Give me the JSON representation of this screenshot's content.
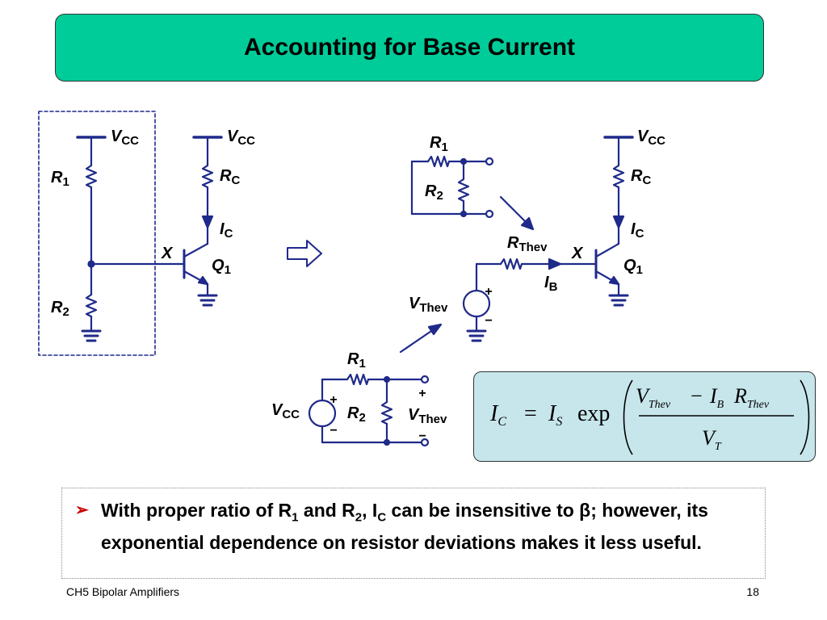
{
  "title": "Accounting for Base Current",
  "circuit_labels": {
    "vcc_main": "V",
    "vcc_sub": "CC",
    "r1": "R",
    "r1_sub": "1",
    "r2": "R",
    "r2_sub": "2",
    "rc": "R",
    "rc_sub": "C",
    "ic": "I",
    "ic_sub": "C",
    "x": "X",
    "q1": "Q",
    "q1_sub": "1",
    "rthev": "R",
    "rthev_sub": "Thev",
    "ib": "I",
    "ib_sub": "B",
    "vthev": "V",
    "vthev_sub": "Thev",
    "plus": "+",
    "minus": "−"
  },
  "formula": {
    "lhs_i": "I",
    "lhs_sub": "C",
    "eq": "=",
    "is_i": "I",
    "is_sub": "S",
    "exp": "exp",
    "num_v": "V",
    "num_v_sub": "Thev",
    "num_minus": "−",
    "num_i": "I",
    "num_i_sub": "B",
    "num_r": "R",
    "num_r_sub": "Thev",
    "den_v": "V",
    "den_v_sub": "T"
  },
  "bullet": {
    "marker": "➢",
    "t1": "With proper ratio of R",
    "s1": "1",
    "t2": " and R",
    "s2": "2",
    "t3": ", I",
    "s3": "C",
    "t4": " can be insensitive to β; however, its exponential dependence on resistor deviations makes it less useful."
  },
  "footer": {
    "left": "CH5 Bipolar Amplifiers",
    "right": "18"
  }
}
